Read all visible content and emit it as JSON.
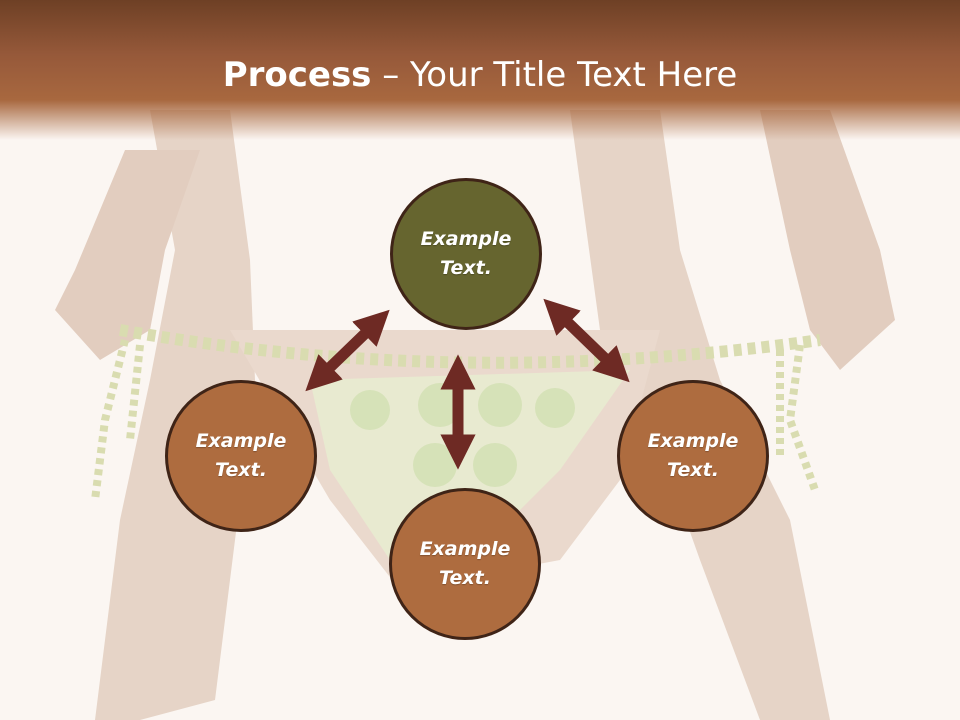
{
  "title": {
    "bold": "Process",
    "rest": " – Your Title Text Here"
  },
  "nodes": {
    "top": "Example Text.",
    "left": "Example Text.",
    "bottom": "Example Text.",
    "right": "Example Text."
  },
  "colors": {
    "title_bar": "#a8683f",
    "center_node": "#66652f",
    "outer_node": "#ae6c3f",
    "arrow": "#6e2a24",
    "background": "#fbf6f2"
  }
}
